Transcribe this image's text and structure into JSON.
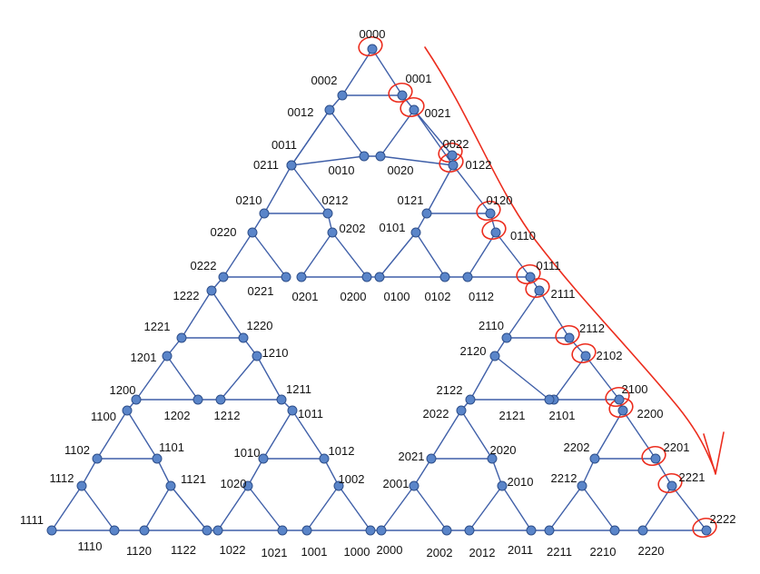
{
  "vertex_labels": {
    "v0000": "0000",
    "v0001": "0001",
    "v0002": "0002",
    "v0012": "0012",
    "v0021": "0021",
    "v0011": "0011",
    "v0022": "0022",
    "v0211": "0211",
    "v0010": "0010",
    "v0020": "0020",
    "v0122": "0122",
    "v0210": "0210",
    "v0212": "0212",
    "v0121": "0121",
    "v0120": "0120",
    "v0220": "0220",
    "v0202": "0202",
    "v0101": "0101",
    "v0110": "0110",
    "v0222": "0222",
    "v0221": "0221",
    "v0201": "0201",
    "v0200": "0200",
    "v0100": "0100",
    "v0102": "0102",
    "v0112": "0112",
    "v0111": "0111",
    "v1222": "1222",
    "v2111": "2111",
    "v1221": "1221",
    "v1220": "1220",
    "v2110": "2110",
    "v2112": "2112",
    "v1201": "1201",
    "v1210": "1210",
    "v2120": "2120",
    "v2102": "2102",
    "v1200": "1200",
    "v1202": "1202",
    "v1212": "1212",
    "v1211": "1211",
    "v2122": "2122",
    "v2121": "2121",
    "v2101": "2101",
    "v2100": "2100",
    "v1100": "1100",
    "v1011": "1011",
    "v2022": "2022",
    "v2200": "2200",
    "v1102": "1102",
    "v1101": "1101",
    "v1010": "1010",
    "v1012": "1012",
    "v2021": "2021",
    "v2020": "2020",
    "v2202": "2202",
    "v2201": "2201",
    "v1112": "1112",
    "v1121": "1121",
    "v1020": "1020",
    "v1002": "1002",
    "v2001": "2001",
    "v2010": "2010",
    "v2212": "2212",
    "v2221": "2221",
    "v1111": "1111",
    "v1110": "1110",
    "v1120": "1120",
    "v1122": "1122",
    "v1022": "1022",
    "v1021": "1021",
    "v1001": "1001",
    "v1000": "1000",
    "v2000": "2000",
    "v2002": "2002",
    "v2012": "2012",
    "v2011": "2011",
    "v2211": "2211",
    "v2210": "2210",
    "v2220": "2220",
    "v2222": "2222"
  },
  "colors": {
    "edge": "#3f5fa8",
    "node": "#5a85c9",
    "annotation": "#ec2d1e"
  },
  "annotation": {
    "type": "handwritten red circles around the right-edge path with an arrow",
    "circled_vertices": [
      "0000",
      "0001",
      "0021",
      "0022",
      "0122",
      "0120",
      "0110",
      "0111",
      "2111",
      "2112",
      "2102",
      "2100",
      "2200",
      "2201",
      "2221",
      "2222"
    ]
  }
}
